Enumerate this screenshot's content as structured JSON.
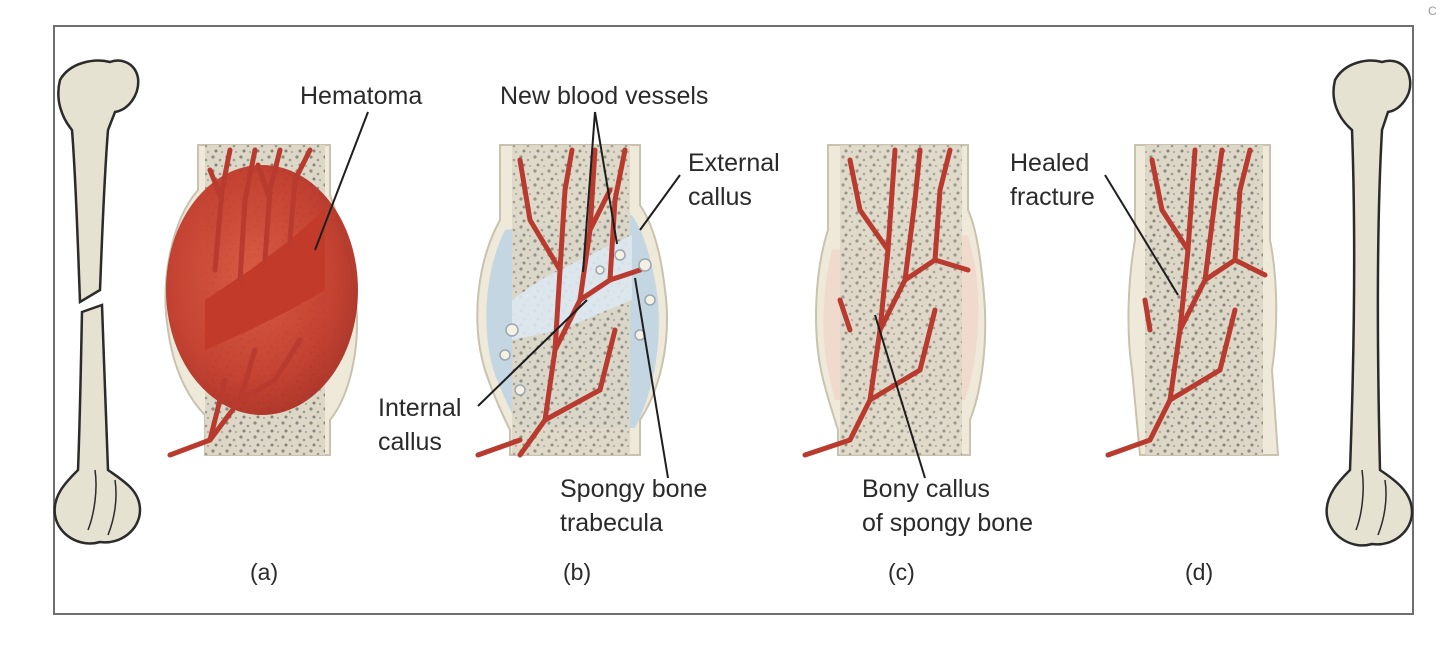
{
  "figure": {
    "panels": [
      {
        "caption": "(a)",
        "stage": "hematoma"
      },
      {
        "caption": "(b)",
        "stage": "callus"
      },
      {
        "caption": "(c)",
        "stage": "bony-callus"
      },
      {
        "caption": "(d)",
        "stage": "healed"
      }
    ],
    "labels": {
      "hematoma": "Hematoma",
      "new_blood_vessels": "New blood vessels",
      "external_callus_1": "External",
      "external_callus_2": "callus",
      "internal_callus_1": "Internal",
      "internal_callus_2": "callus",
      "spongy_bone_trabecula_1": "Spongy bone",
      "spongy_bone_trabecula_2": "trabecula",
      "bony_callus_1": "Bony callus",
      "bony_callus_2": "of spongy bone",
      "healed_fracture_1": "Healed",
      "healed_fracture_2": "fracture"
    },
    "corner_mark": "C",
    "colors": {
      "vessel": "#b93a2e",
      "hematoma": "#c9412f",
      "bone_fill": "#e6e2d2",
      "bone_outline": "#2b2b2b",
      "spongy": "#d9d4c2",
      "callus": "#c4d6e2",
      "bony_callus": "#f0d8cc",
      "frame": "#6f6f6f"
    }
  }
}
